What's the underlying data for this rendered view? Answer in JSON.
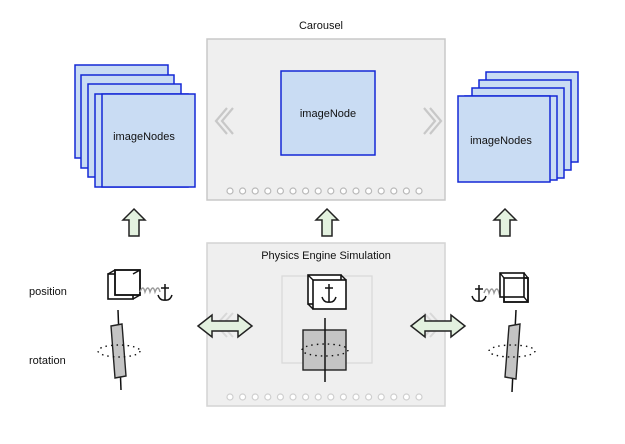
{
  "carousel": {
    "title": "Carousel",
    "center_node_label": "imageNode",
    "prev_arrow_icon": "chevron-left-icon",
    "next_arrow_icon": "chevron-right-icon",
    "dot_count": 16
  },
  "left_stack": {
    "label": "imageNodes"
  },
  "right_stack": {
    "label": "imageNodes"
  },
  "physics": {
    "title": "Physics Engine Simulation",
    "dot_count": 16
  },
  "rows": {
    "position": "position",
    "rotation": "rotation"
  },
  "colors": {
    "node_fill": "#c9dcf3",
    "node_stroke": "#1428d6",
    "panel_fill": "#efefef",
    "panel_stroke": "#c8c8c8",
    "arrow_fill": "#e3f1df",
    "arrow_stroke": "#222222"
  }
}
